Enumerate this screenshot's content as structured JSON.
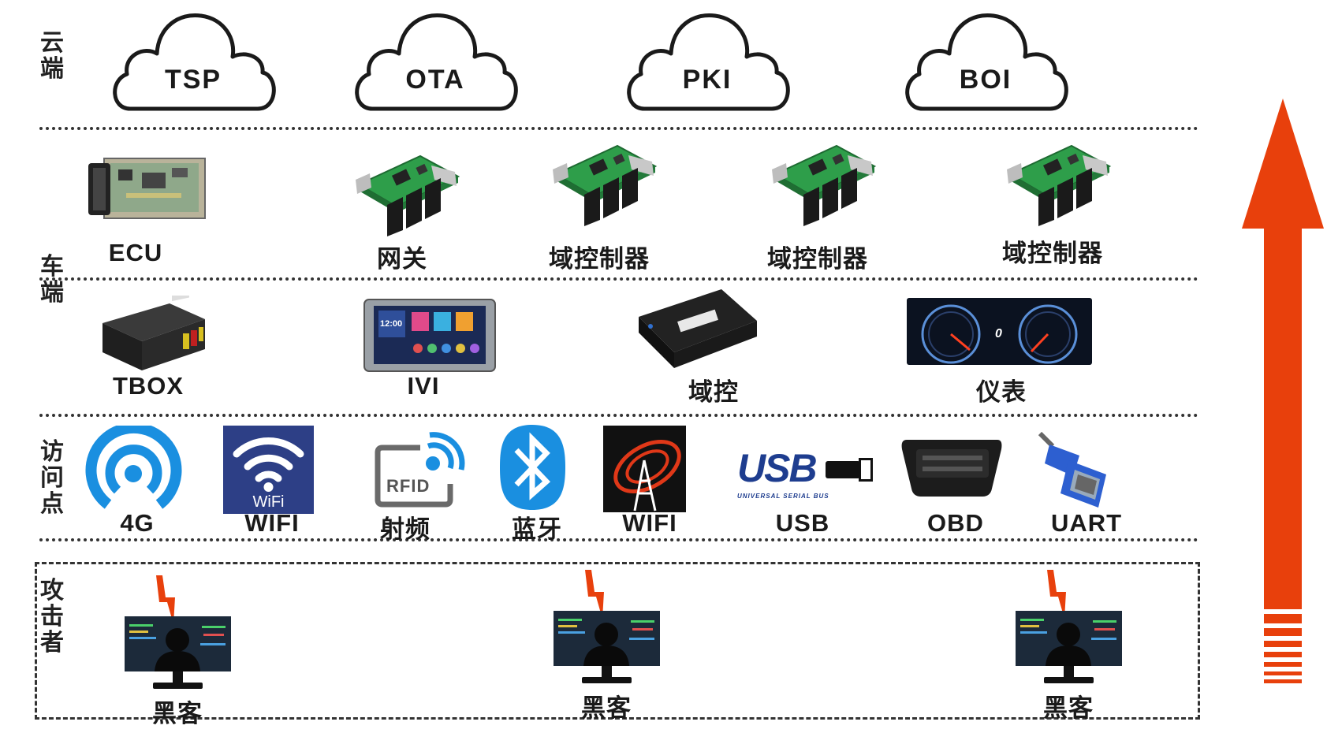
{
  "layers": {
    "cloud": "云端",
    "vehicle": "车端",
    "access": "访问点",
    "attacker": "攻击者"
  },
  "cloud_services": [
    "TSP",
    "OTA",
    "PKI",
    "BOI"
  ],
  "vehicle_row1": {
    "ecu": "ECU",
    "gateway": "网关",
    "domain1": "域控制器",
    "domain2": "域控制器",
    "domain3": "域控制器"
  },
  "vehicle_row2": {
    "tbox": "TBOX",
    "ivi": "IVI",
    "domain": "域控",
    "cluster": "仪表"
  },
  "ivi_screen_time": "12:00",
  "cluster_speed": "0",
  "access_points": {
    "a4g": "4G",
    "wifi1": "WIFI",
    "rfid": "射频",
    "bluetooth": "蓝牙",
    "wifi2": "WIFI",
    "usb": "USB",
    "obd": "OBD",
    "uart": "UART"
  },
  "icon_text": {
    "wifi_small": "WiFi",
    "rfid": "RFID",
    "usb_logo": "USB",
    "usb_sub": "UNIVERSAL SERIAL BUS"
  },
  "attackers": [
    "黑客",
    "黑客",
    "黑客"
  ],
  "colors": {
    "arrow": "#e8400c",
    "blue": "#1a8fe0",
    "wifi_bg": "#2d3f86",
    "pcb": "#2e9e4a"
  }
}
